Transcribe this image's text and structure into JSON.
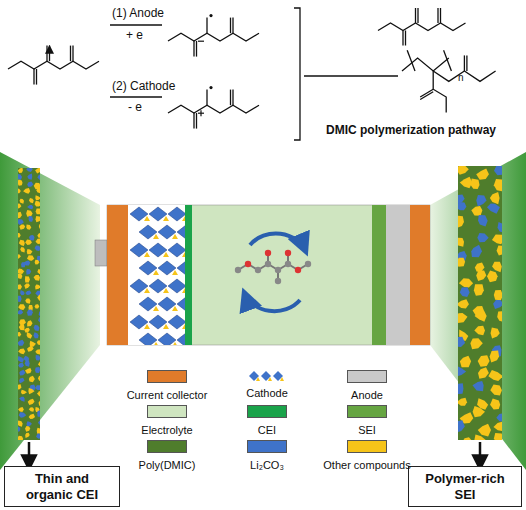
{
  "diagram": {
    "nodes": [
      {
        "text": [
          "Thin and organic CEI"
        ]
      },
      {
        "text": [
          "Polymer-rich SEI"
        ]
      }
    ],
    "labels": [
      "(1) Anode",
      "+ e",
      "(2) Cathode",
      "- e",
      "n",
      "DMIC polymerization pathway"
    ],
    "legend": [
      {
        "text": "Current collector",
        "color": "#e07b2a"
      },
      {
        "text": "Cathode"
      },
      {
        "text": "Anode",
        "color": "#c9c9c9"
      },
      {
        "text": "Electrolyte",
        "color": "#cfe5c0"
      },
      {
        "text": "CEI",
        "color": "#1aa34a"
      },
      {
        "text": "SEI",
        "color": "#66a542"
      },
      {
        "text": "Poly(DMIC)",
        "color": "#4f7d2c"
      },
      {
        "text": "Li₂CO₃",
        "color": "#3f73c9"
      },
      {
        "text": "Other compounds",
        "color": "#f6c419"
      }
    ]
  }
}
